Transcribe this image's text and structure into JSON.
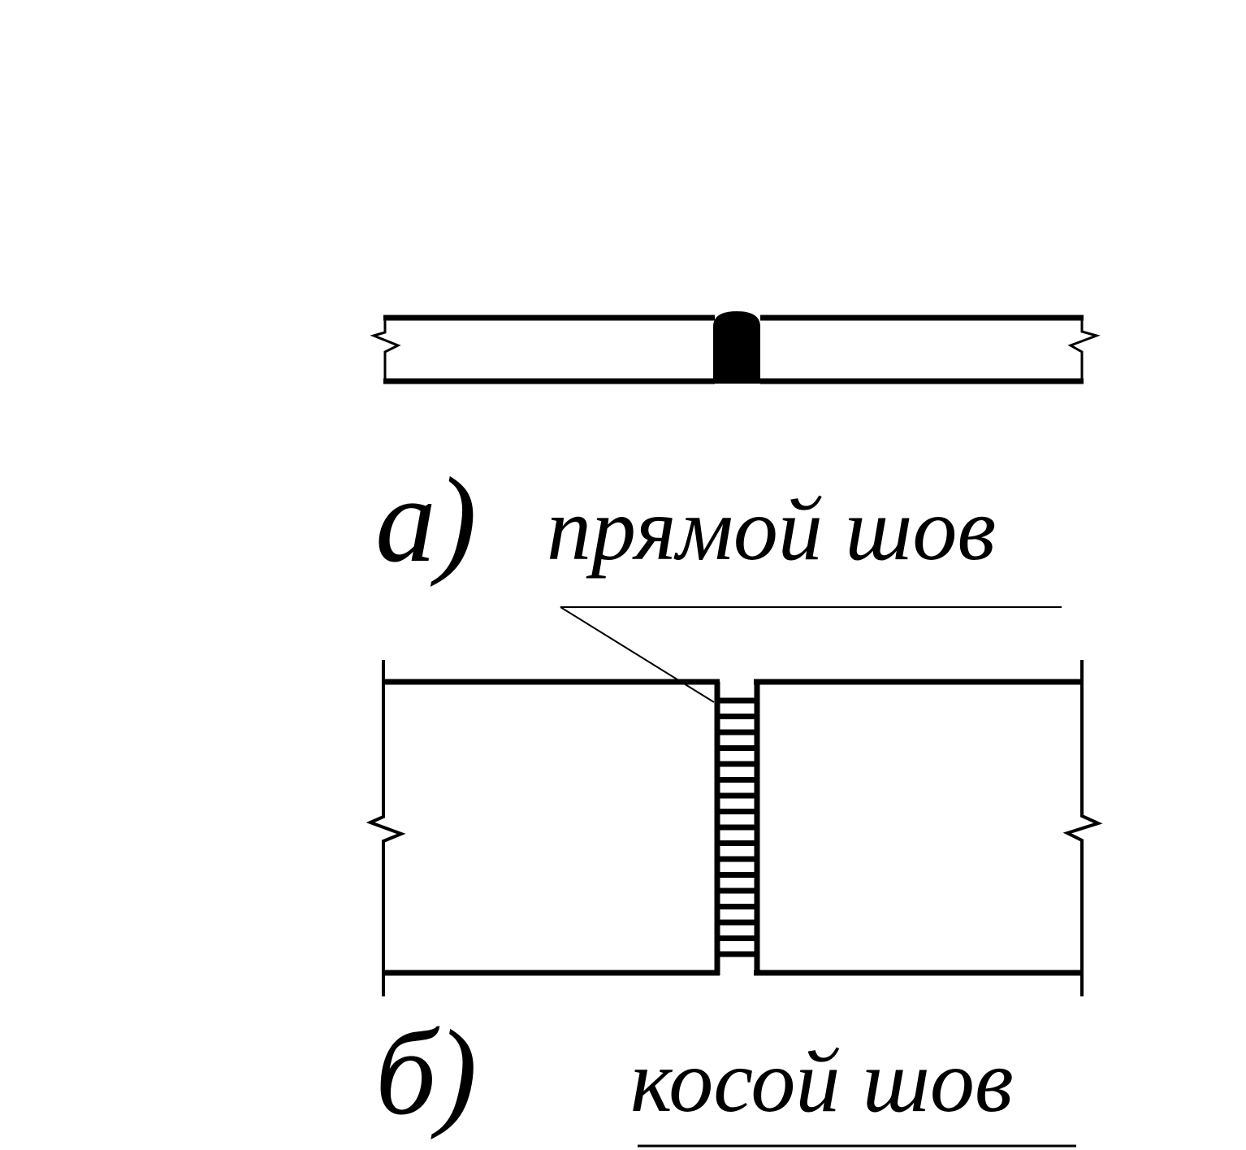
{
  "figure": {
    "part_a": {
      "letter": "а)",
      "caption": "прямой шов"
    },
    "part_b": {
      "letter": "б)",
      "caption": "косой шов"
    }
  },
  "colors": {
    "line": "#000000",
    "background": "#ffffff"
  }
}
